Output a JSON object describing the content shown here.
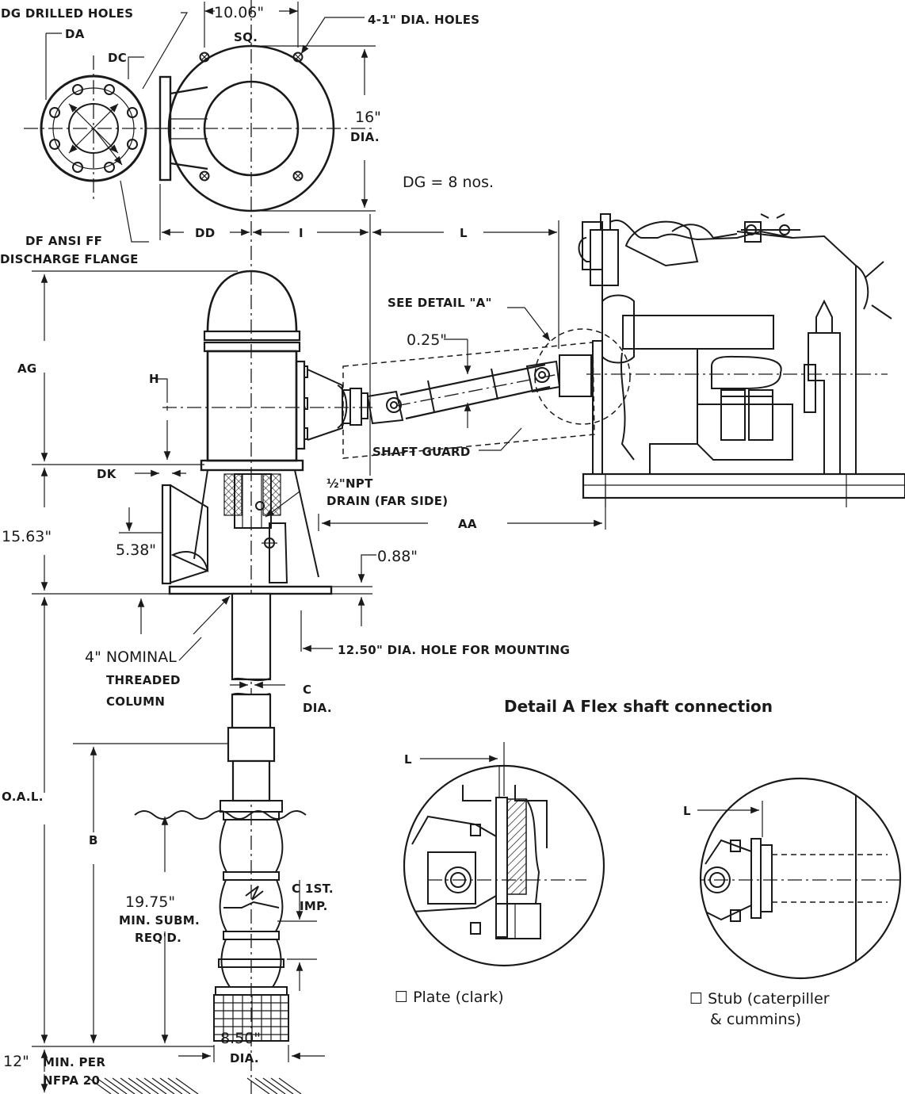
{
  "labels": {
    "dg_drilled_holes": "DG DRILLED HOLES",
    "da": "DA",
    "dc": "DC",
    "df_line1": "DF ANSI FF",
    "df_line2": "DISCHARGE FLANGE",
    "sq_dim": "10.06\"",
    "sq": "SQ.",
    "holes": "4-1\" DIA. HOLES",
    "dia16_a": "16\"",
    "dia16_b": "DIA.",
    "dg_nos": "DG = 8 nos.",
    "dd": "DD",
    "i": "I",
    "l_top": "L",
    "see_detail": "SEE DETAIL \"A\"",
    "d025": "0.25\"",
    "ag": "AG",
    "h": "H",
    "shaft_guard": "SHAFT GUARD",
    "dk": "DK",
    "npt_line1": "½\"NPT",
    "npt_line2": "DRAIN  (FAR SIDE)",
    "aa": "AA",
    "d1563": "15.63\"",
    "d538": "5.38\"",
    "d088": "0.88\"",
    "mount_hole": "12.50\"  DIA.   HOLE FOR MOUNTING",
    "col1": "4\" NOMINAL",
    "col2": "THREADED",
    "col3": "COLUMN",
    "c1": "C",
    "c2": "DIA.",
    "oal": "O.A.L.",
    "b": "B",
    "d1975": "19.75\"",
    "subm1": "MIN. SUBM.",
    "subm2": "REQ'D.",
    "imp1": "C 1ST.",
    "imp2": "IMP.",
    "d850": "8.50\"",
    "d850dia": "DIA.",
    "d12": "12\"",
    "nfpa1": "MIN. PER",
    "nfpa2": "NFPA 20"
  },
  "detail": {
    "title": "Detail A Flex shaft connection",
    "l_left": "L",
    "l_right": "L",
    "plate": "☐ Plate (clark)",
    "stub1": "☐ Stub (caterpiller",
    "stub2": "& cummins)"
  }
}
